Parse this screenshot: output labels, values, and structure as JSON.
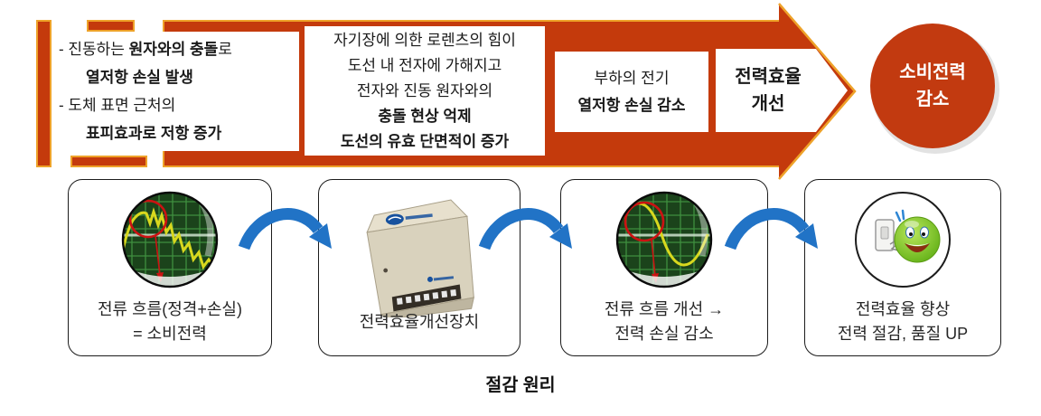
{
  "colors": {
    "arrow_fill": "#C43A0C",
    "arrow_outline": "#EEA229",
    "circle_fill": "#C23A10",
    "flow_arrow_blue": "#2173C6",
    "scope_green": "#1B431B",
    "wave_yellow": "#D8D81E",
    "annotation_red": "#CC1212"
  },
  "banner": {
    "box1": {
      "l1a": "- 진동하는 ",
      "l1b": "원자와의 충돌",
      "l1c": "로",
      "l2": "열저항 손실 발생",
      "l3": "- 도체 표면 근처의",
      "l4": "표피효과로 저항 증가"
    },
    "box2": {
      "l1": "자기장에 의한 로렌츠의 힘이",
      "l2": "도선 내 전자에 가해지고",
      "l3": "전자와 진동 원자와의",
      "l4": "충돌 현상 억제",
      "l5": "도선의 유효 단면적이 증가"
    },
    "box3": {
      "l1": "부하의 전기",
      "l2": "열저항 손실 감소"
    },
    "box4": {
      "l1": "전력효율",
      "l2": "개선"
    },
    "circle": {
      "l1": "소비전력",
      "l2": "감소"
    }
  },
  "flow": {
    "steps": [
      {
        "caption1": "전류 흐름(정격+손실)",
        "caption2": "= 소비전력",
        "image": "oscilloscope-image"
      },
      {
        "caption1": "전력효율개선장치",
        "caption2": "",
        "image": "power-device-image"
      },
      {
        "caption1": "전류 흐름 개선 →",
        "caption2": "전력 손실 감소",
        "image": "oscilloscope-image"
      },
      {
        "caption1": "전력효율 향상",
        "caption2": "전력 절감, 품질 UP",
        "image": "switch-smiley-image"
      }
    ],
    "title": "절감 원리"
  }
}
